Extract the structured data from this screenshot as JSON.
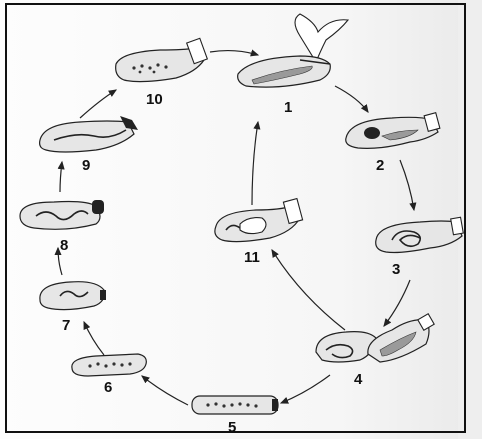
{
  "figure": {
    "stages": [
      {
        "label": "1"
      },
      {
        "label": "2"
      },
      {
        "label": "3"
      },
      {
        "label": "4"
      },
      {
        "label": "5"
      },
      {
        "label": "6"
      },
      {
        "label": "7"
      },
      {
        "label": "8"
      },
      {
        "label": "9"
      },
      {
        "label": "10"
      },
      {
        "label": "11"
      }
    ]
  },
  "colors": {
    "ink": "#222222",
    "body_fill": "#e6e6e6",
    "background": "#ffffff"
  }
}
